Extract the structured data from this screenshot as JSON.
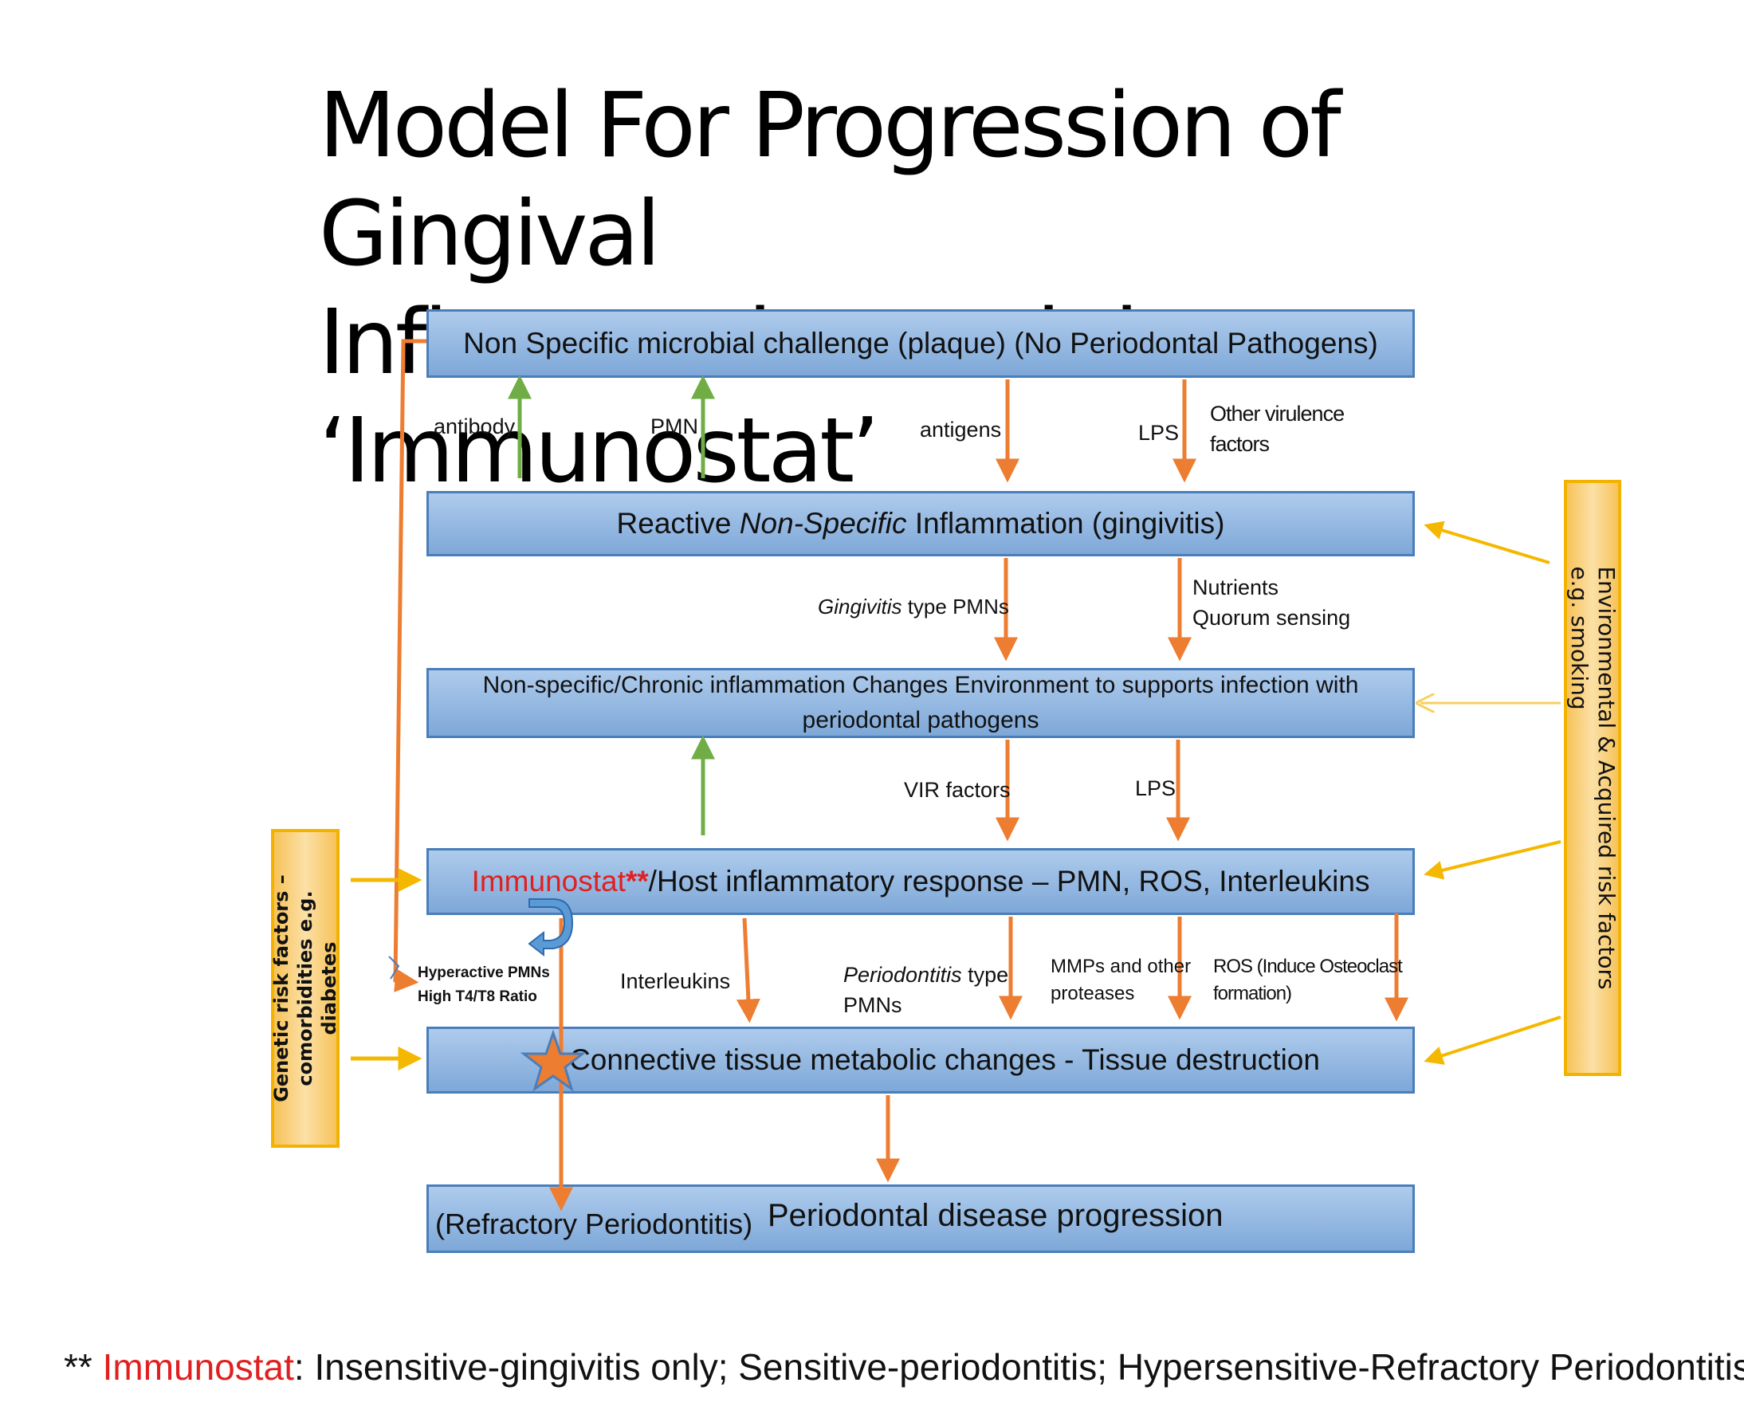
{
  "title": {
    "line1": "Model For Progression of Gingival",
    "line2": "Inflammation and the ‘Immunostat’"
  },
  "boxes": {
    "b1": "Non Specific microbial challenge (plaque) (No Periodontal Pathogens)",
    "b2_pre": "Reactive ",
    "b2_em": "Non-Specific",
    "b2_post": " Inflammation (gingivitis)",
    "b3": "Non-specific/Chronic inflammation Changes Environment to supports infection with periodontal pathogens",
    "b4_red": "Immunostat",
    "b4_stars": "**",
    "b4_rest": "/Host  inflammatory response – PMN, ROS, Interleukins",
    "b5": "Connective tissue metabolic changes  - Tissue destruction",
    "b6_left": "(Refractory Periodontitis)",
    "b6_main": "Periodontal disease progression"
  },
  "labels": {
    "antibody": "antibody",
    "pmn": "PMN",
    "antigens": "antigens",
    "lps1": "LPS",
    "other_virulence_1": "Other virulence",
    "other_virulence_2": "factors",
    "gingivitis_em": "Gingivitis",
    "gingivitis_rest": " type PMNs",
    "nutrients": "Nutrients",
    "quorum": "Quorum sensing",
    "vir": "VIR factors",
    "lps2": "LPS",
    "hyper1": "Hyperactive PMNs",
    "hyper2": "High T4/T8 Ratio",
    "interleukins": "Interleukins",
    "perio_em": "Periodontitis",
    "perio_rest": " type",
    "perio_pmns": "PMNs",
    "mmps1": "MMPs and other",
    "mmps2": "proteases",
    "ros1": "ROS (Induce Osteoclast",
    "ros2": "formation)"
  },
  "side_left": {
    "line1": "Genetic risk factors –",
    "line2": "comorbidities  e.g.",
    "line3": "diabetes"
  },
  "side_right": {
    "line1": "Environmental  & Acquired risk factors",
    "line2": "e.g. smoking"
  },
  "footer": {
    "stars": "** ",
    "red": "Immunostat",
    "rest": ": Insensitive-gingivitis  only; Sensitive-periodontitis;  Hypersensitive-Refractory Periodontitis"
  },
  "colors": {
    "orange": "#ed7d31",
    "green": "#70ad47",
    "yellow": "#f5b800",
    "box_border": "#4a7ebb",
    "red": "#e02020"
  }
}
